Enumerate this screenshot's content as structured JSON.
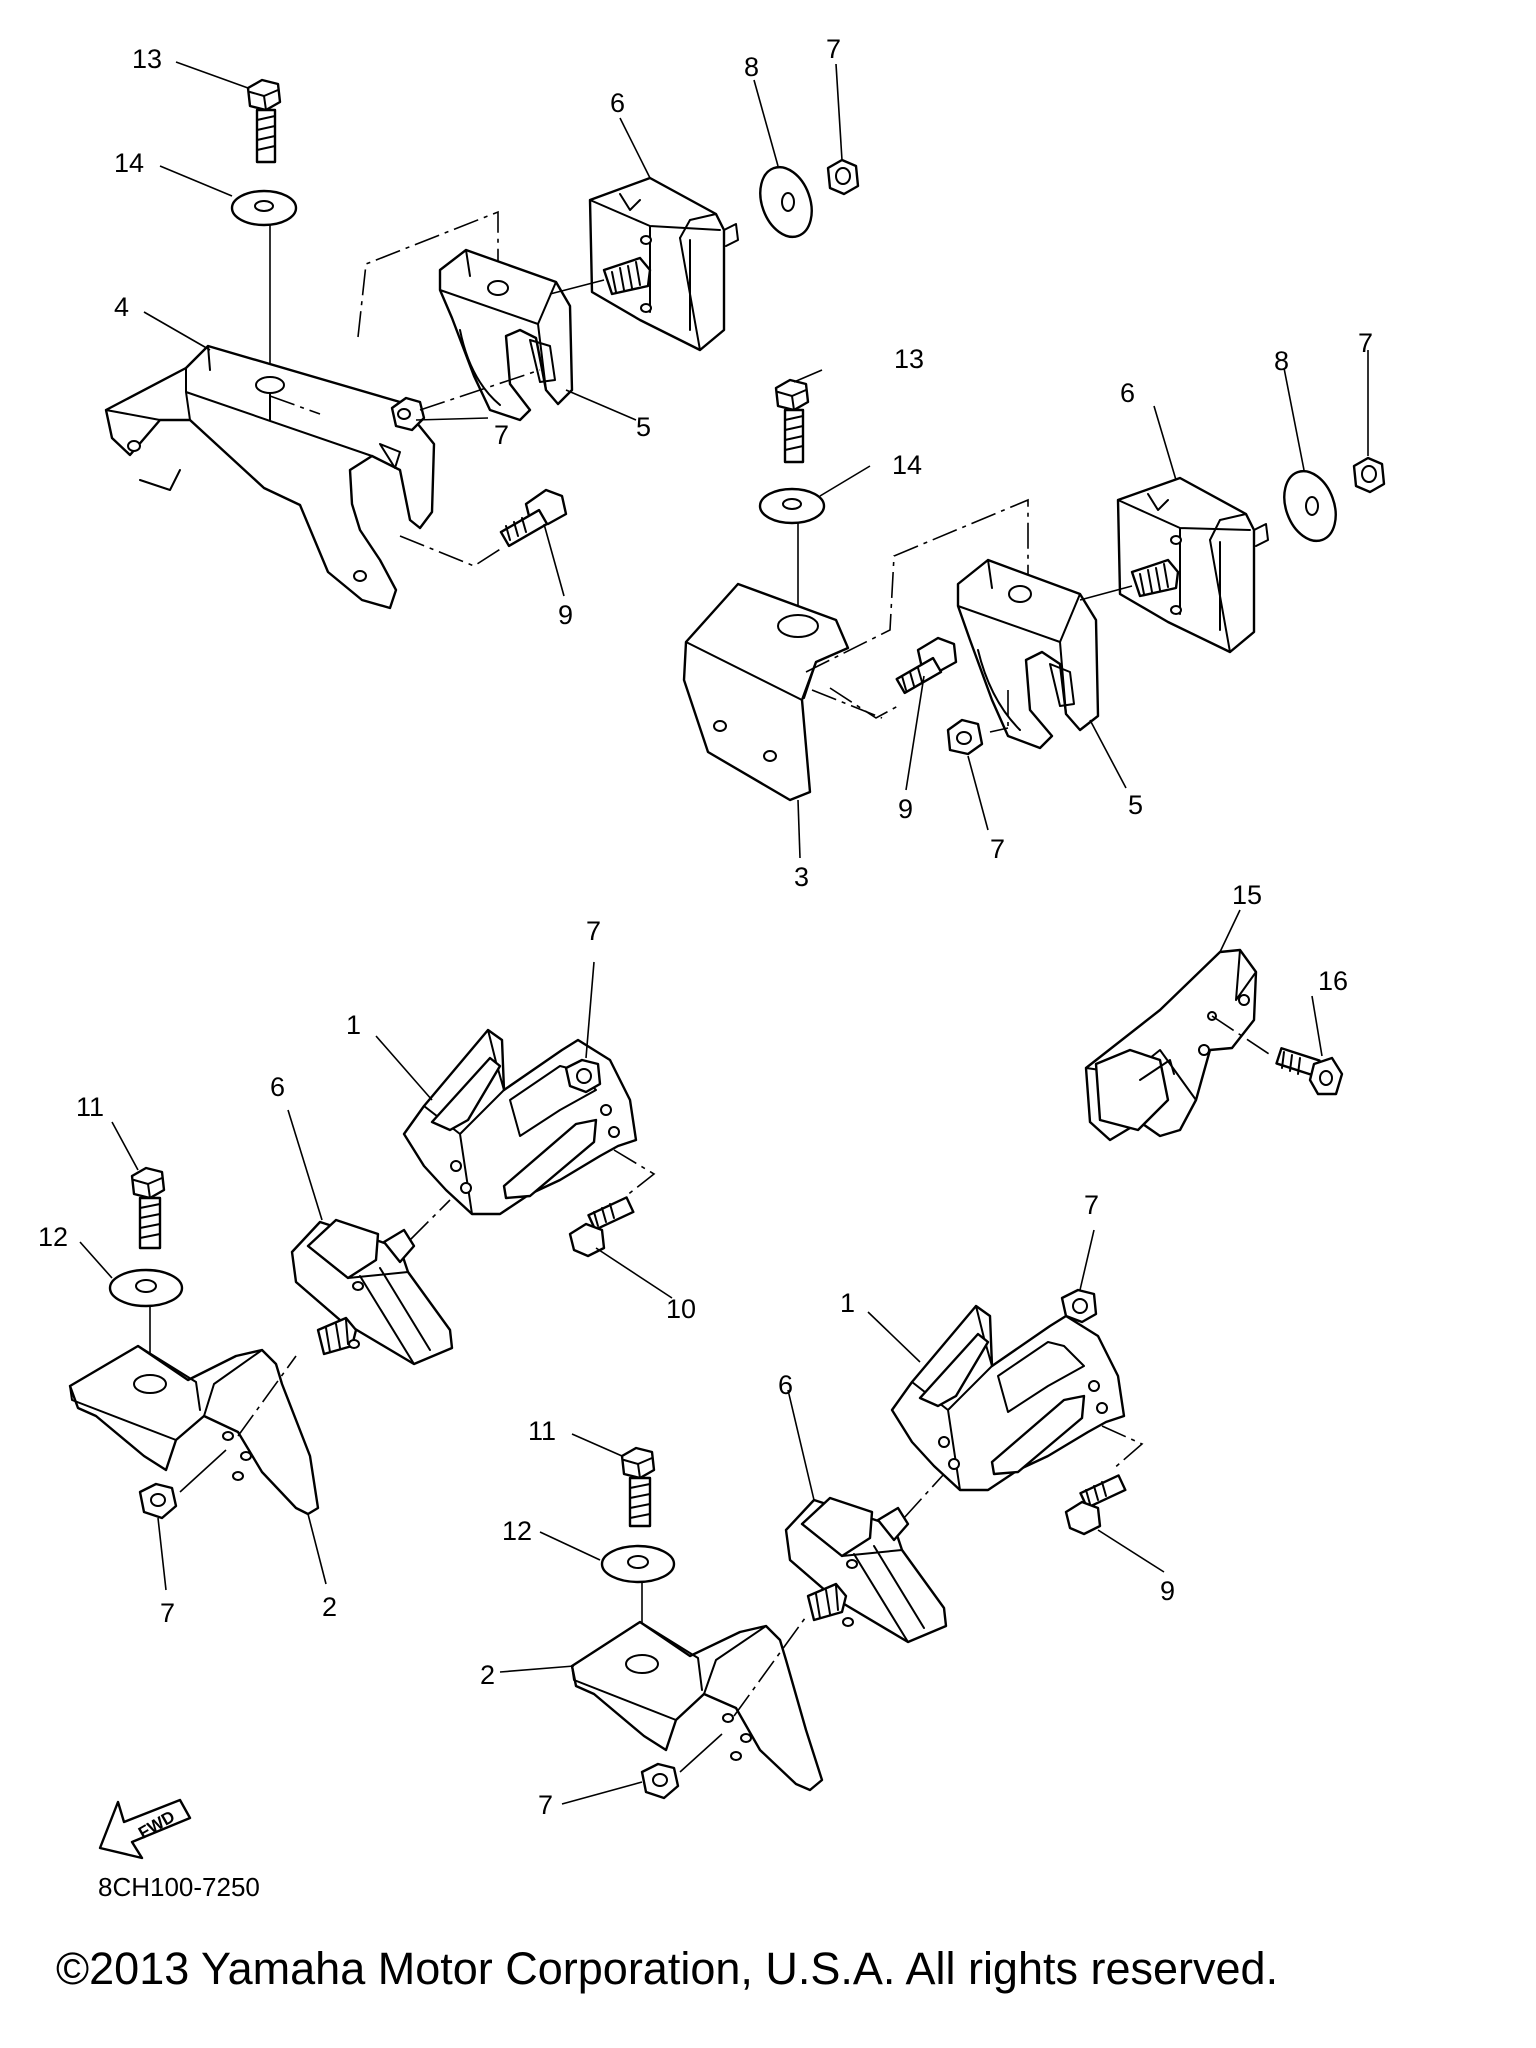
{
  "diagram": {
    "callouts": {
      "a": "13",
      "b": "14",
      "c": "4",
      "d": "6",
      "e": "8",
      "f": "7",
      "g": "7",
      "h": "5",
      "i": "9",
      "j": "13",
      "k": "14",
      "l": "6",
      "m": "8",
      "n": "7",
      "o": "9",
      "p": "7",
      "q": "5",
      "r": "3",
      "s": "15",
      "t": "16",
      "u": "7",
      "v": "1",
      "w": "6",
      "x": "11",
      "y": "12",
      "z": "10",
      "aa": "7",
      "ab": "2",
      "ac": "7",
      "ad": "1",
      "ae": "11",
      "af": "6",
      "ag": "12",
      "ah": "9",
      "ai": "2",
      "aj": "7"
    },
    "fwd_label": "FWD",
    "part_code": "8CH100-7250",
    "copyright": "©2013 Yamaha Motor Corporation, U.S.A. All rights reserved."
  }
}
